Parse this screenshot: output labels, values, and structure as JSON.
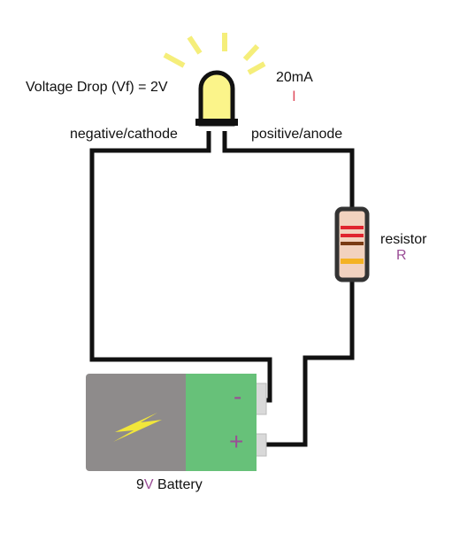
{
  "labels": {
    "vf": "Voltage Drop (Vf) = 2V",
    "current": "20mA",
    "current_symbol": "I",
    "cathode": "negative/cathode",
    "anode": "positive/anode",
    "resistor": "resistor",
    "resistor_symbol": "R",
    "battery_prefix": "9",
    "battery_v": "V",
    "battery_suffix": " Battery",
    "battery_minus": "-",
    "battery_plus": "+"
  },
  "colors": {
    "wire": "#111111",
    "led_fill": "#fbf48a",
    "led_ray": "#f5ee7a",
    "resistor_body": "#f2d2bf",
    "band_red": "#e0242f",
    "band_brown": "#7a3b14",
    "band_gold": "#f4b223",
    "battery_gray": "#8e8b8b",
    "battery_green": "#67c179",
    "terminal": "#d9d9d9",
    "lightning": "#f1e63a",
    "accent_red": "#e05060",
    "accent_purple": "#9a4d96"
  },
  "icons": {
    "battery_symbol": "lightning-bolt-icon"
  }
}
